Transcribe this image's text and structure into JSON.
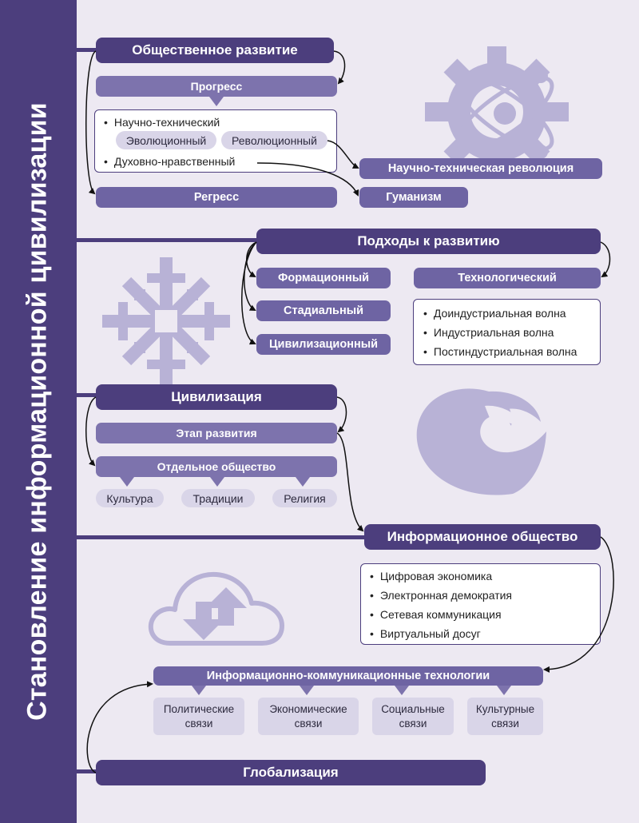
{
  "title": "Становление информационной цивилизации",
  "section1": {
    "header": "Общественное развитие",
    "progress": "Прогресс",
    "progress_types": [
      "Научно-технический",
      "Духовно-нравственный"
    ],
    "tech_kinds": [
      "Эволюционный",
      "Революционный"
    ],
    "regress": "Регресс",
    "ntr": "Научно-техническая революция",
    "humanism": "Гуманизм"
  },
  "section2": {
    "header": "Подходы к развитию",
    "approaches": [
      "Формационный",
      "Стадиальный",
      "Цивилизационный"
    ],
    "technological": "Технологический",
    "waves": [
      "Доиндустриальная волна",
      "Индустриальная волна",
      "Постиндустриальная волна"
    ]
  },
  "section3": {
    "header": "Цивилизация",
    "stage": "Этап развития",
    "society": "Отдельное общество",
    "aspects": [
      "Культура",
      "Традиции",
      "Религия"
    ]
  },
  "section4": {
    "header": "Информационное общество",
    "items": [
      "Цифровая экономика",
      "Электронная демократия",
      "Сетевая коммуникация",
      "Виртуальный досуг"
    ]
  },
  "section5": {
    "header": "Информационно-коммуникационные технологии",
    "links": [
      "Политические связи",
      "Экономические связи",
      "Социальные связи",
      "Культурные связи"
    ],
    "globalization": "Глобализация"
  },
  "colors": {
    "dark": "#4c3e7d",
    "mid": "#7d73ad",
    "light": "#d9d5e8",
    "background": "#ede9f2",
    "icon": "#b8b2d6"
  }
}
